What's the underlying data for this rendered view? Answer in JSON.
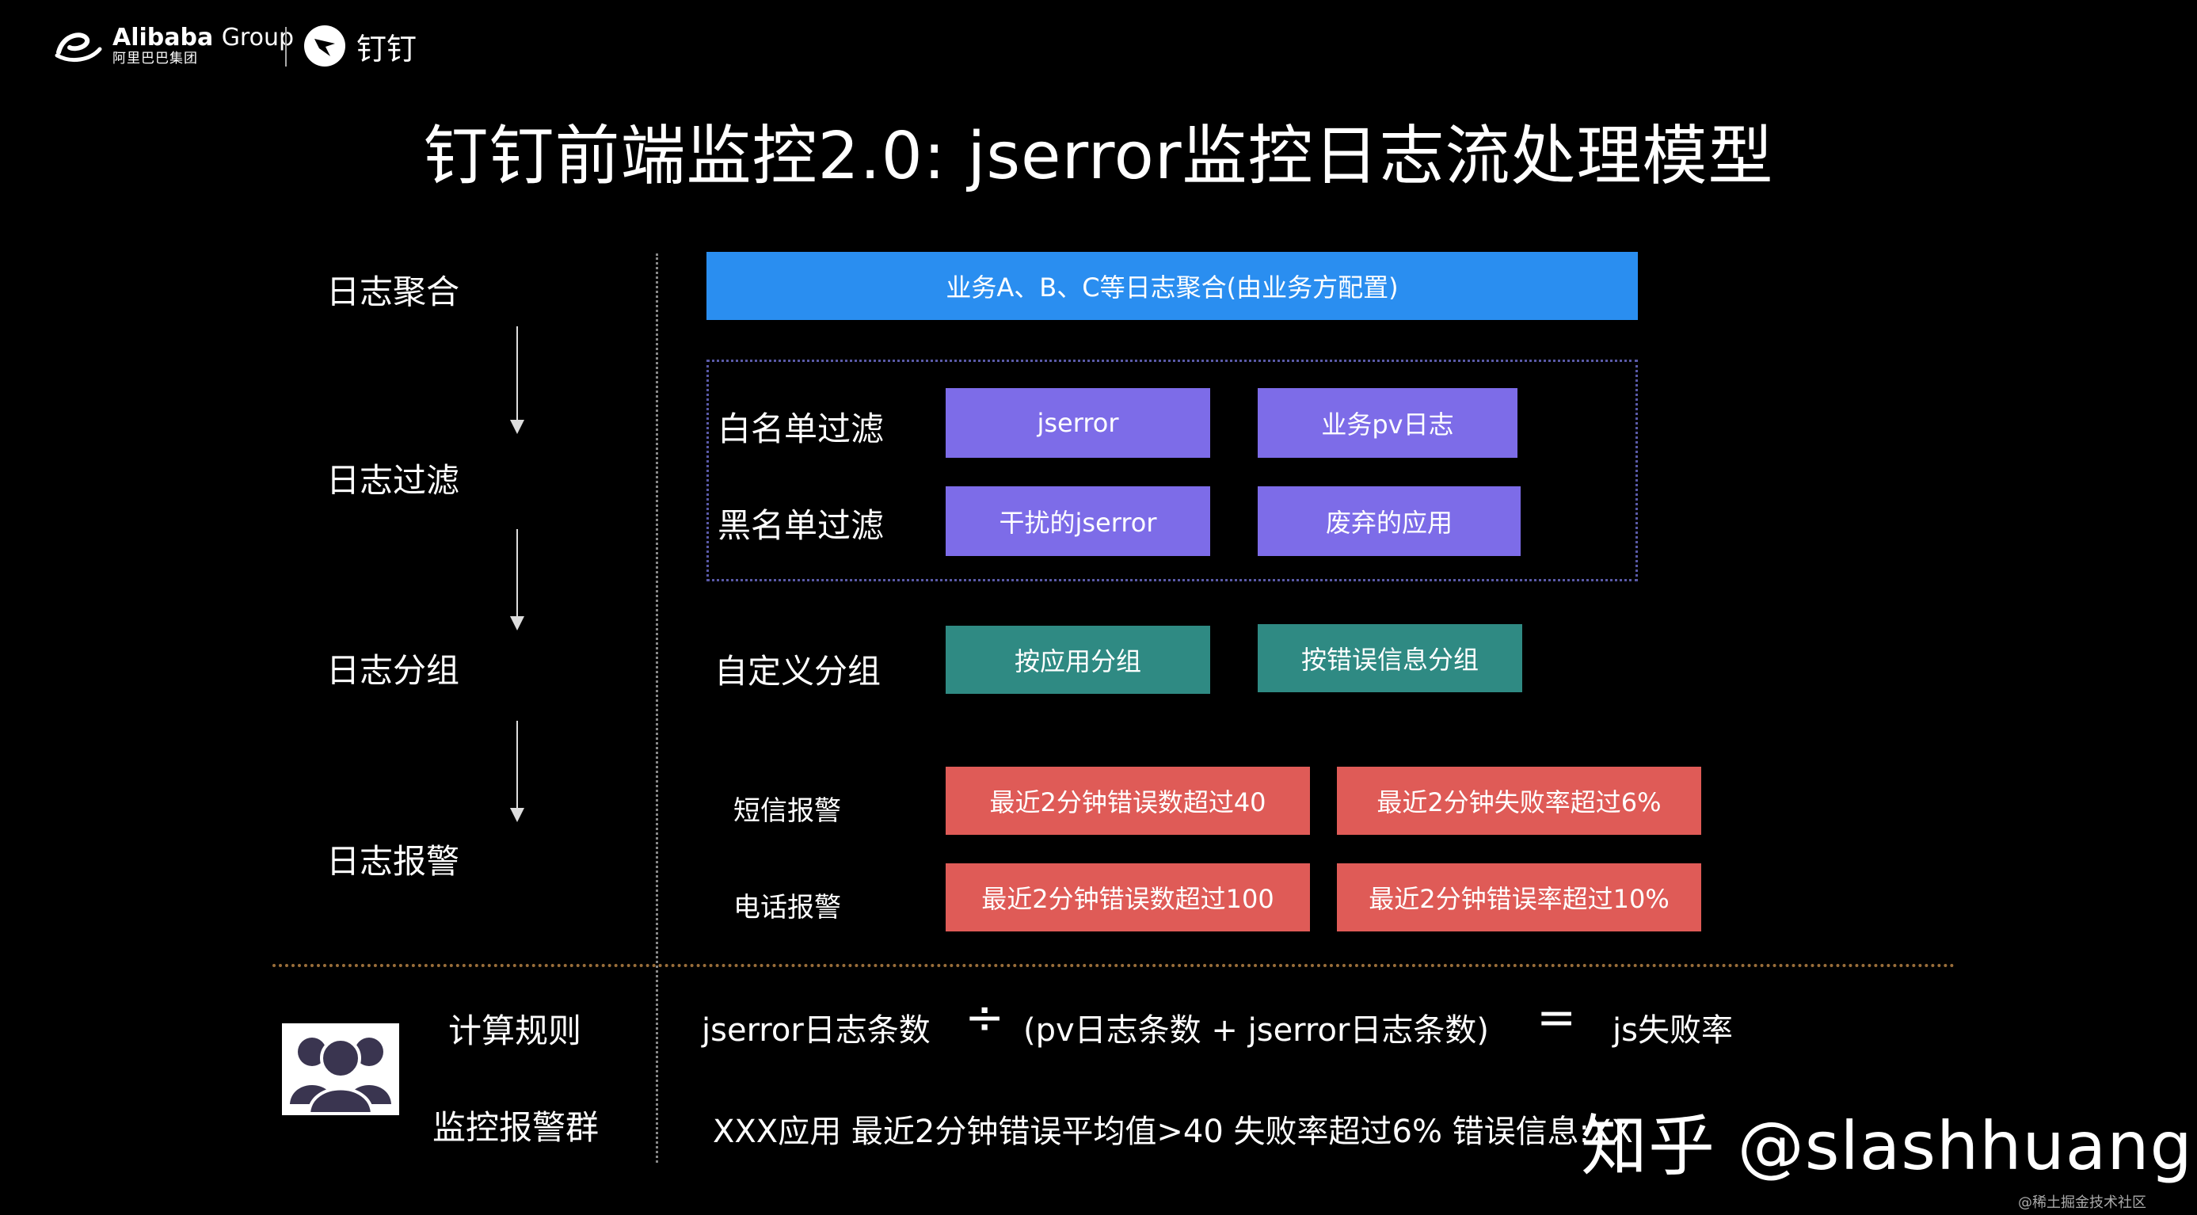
{
  "header": {
    "alibaba_en": "Alibaba",
    "alibaba_group": "Group",
    "alibaba_cn": "阿里巴巴集团",
    "dingtalk": "钉钉"
  },
  "title": "钉钉前端监控2.0: jserror监控日志流处理模型",
  "stages": [
    "日志聚合",
    "日志过滤",
    "日志分组",
    "日志报警"
  ],
  "aggregation": {
    "box": "业务A、B、C等日志聚合(由业务方配置)"
  },
  "filter": {
    "whitelist": {
      "label": "白名单过滤",
      "items": [
        "jserror",
        "业务pv日志"
      ]
    },
    "blacklist": {
      "label": "黑名单过滤",
      "items": [
        "干扰的jserror",
        "废弃的应用"
      ]
    }
  },
  "grouping": {
    "label": "自定义分组",
    "items": [
      "按应用分组",
      "按错误信息分组"
    ]
  },
  "alerts": {
    "sms": {
      "label": "短信报警",
      "items": [
        "最近2分钟错误数超过40",
        "最近2分钟失败率超过6%"
      ]
    },
    "phone": {
      "label": "电话报警",
      "items": [
        "最近2分钟错误数超过100",
        "最近2分钟错误率超过10%"
      ]
    }
  },
  "rules": {
    "label": "计算规则",
    "term1": "jserror日志条数",
    "divide": "÷",
    "term2": "(pv日志条数 + jserror日志条数)",
    "equals": "=",
    "result": "js失败率"
  },
  "group_chat": {
    "label": "监控报警群",
    "message": "XXX应用 最近2分钟错误平均值>40 失败率超过6% 错误信息:XX"
  },
  "watermark": "知乎 @slashhuang",
  "watermark_small": "@稀土掘金技术社区",
  "colors": {
    "blue": "#2a8ef0",
    "purple": "#7d6ce8",
    "teal": "#2f8a83",
    "red": "#df5b57"
  }
}
